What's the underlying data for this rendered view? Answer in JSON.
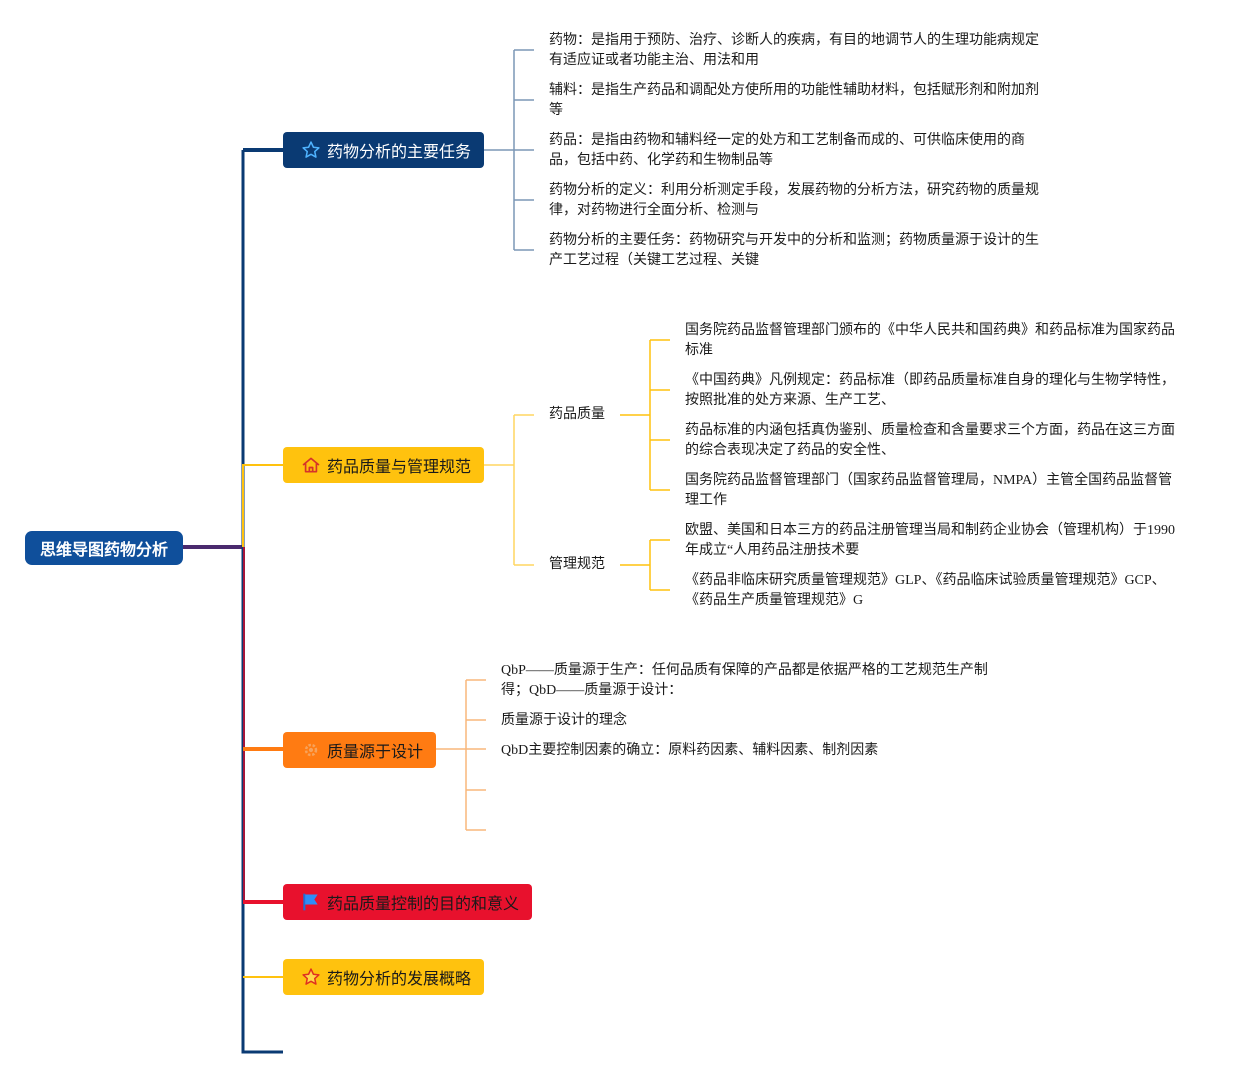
{
  "root": {
    "label": "思维导图药物分析"
  },
  "branches": [
    {
      "label": "药物分析的主要任务",
      "icon": "star-outline-icon",
      "color": "#0a3a73",
      "items": [
        "药物：是指用于预防、治疗、诊断人的疾病，有目的地调节人的生理功能病规定有适应证或者功能主治、用法和用",
        "辅料：是指生产药品和调配处方使所用的功能性辅助材料，包括赋形剂和附加剂等",
        "药品：是指由药物和辅料经一定的处方和工艺制备而成的、可供临床使用的商品，包括中药、化学药和生物制品等",
        "药物分析的定义：利用分析测定手段，发展药物的分析方法，研究药物的质量规律，对药物进行全面分析、检测与",
        "药物分析的主要任务：药物研究与开发中的分析和监测；药物质量源于设计的生产工艺过程（关键工艺过程、关键"
      ]
    },
    {
      "label": "药品质量与管理规范",
      "icon": "home-icon",
      "color": "#ffc20e",
      "groups": [
        {
          "label": "药品质量",
          "items": [
            "国务院药品监督管理部门颁布的《中华人民共和国药典》和药品标准为国家药品标准",
            "《中国药典》凡例规定：药品标准（即药品质量标准自身的理化与生物学特性，按照批准的处方来源、生产工艺、",
            "药品标准的内涵包括真伪鉴别、质量检查和含量要求三个方面，药品在这三方面的综合表现决定了药品的安全性、",
            "国务院药品监督管理部门（国家药品监督管理局，NMPA）主管全国药品监督管理工作"
          ]
        },
        {
          "label": "管理规范",
          "items": [
            "欧盟、美国和日本三方的药品注册管理当局和制药企业协会（管理机构）于1990年成立“人用药品注册技术要",
            "《药品非临床研究质量管理规范》GLP、《药品临床试验质量管理规范》GCP、《药品生产质量管理规范》G"
          ]
        }
      ]
    },
    {
      "label": "质量源于设计",
      "icon": "gear-icon",
      "color": "#ff7b12",
      "items": [
        "QbP——质量源于生产：任何品质有保障的产品都是依据严格的工艺规范生产制得；QbD——质量源于设计：",
        "质量源于设计的理念",
        "QbD主要控制因素的确立：原料药因素、辅料因素、制剂因素",
        "",
        ""
      ]
    },
    {
      "label": "药品质量控制的目的和意义",
      "icon": "flag-icon",
      "color": "#e8112d",
      "items": []
    },
    {
      "label": "药物分析的发展概略",
      "icon": "star-icon",
      "color": "#ffc20e",
      "items": []
    }
  ],
  "colors": {
    "root": "#0f4f9b",
    "trunk": "#0a3a73",
    "root_link": "#4a2a6e",
    "branch1_lines": "#7c97b5",
    "branch2_lines": "#ffd560",
    "branch3_lines": "#f8b77c"
  }
}
